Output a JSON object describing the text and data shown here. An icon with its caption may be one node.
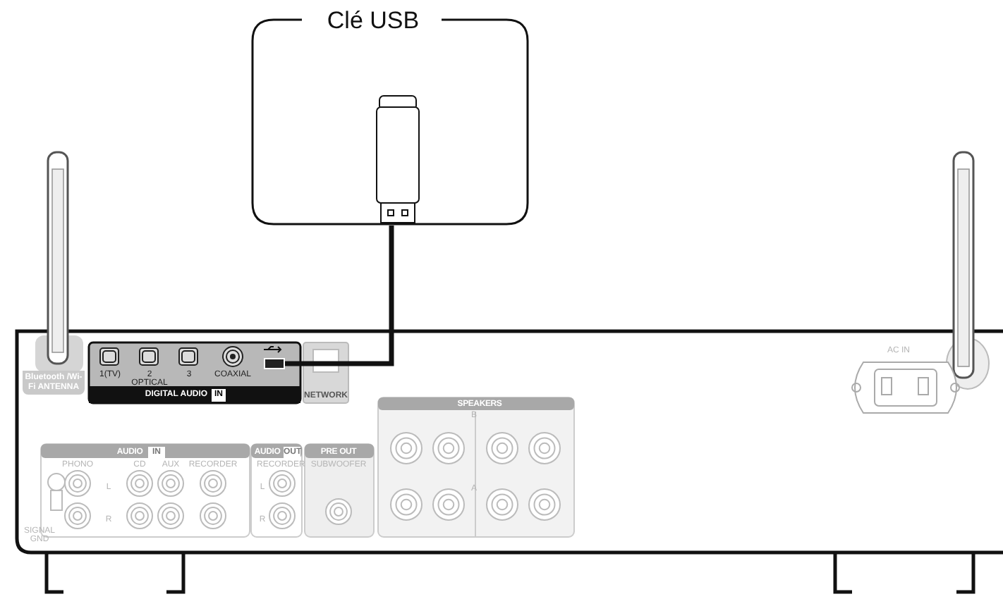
{
  "diagram": {
    "nodes": [
      {
        "text": [
          "Clé USB"
        ]
      },
      {
        "text": [],
        "shape": "box"
      }
    ],
    "edges": [
      {
        "from": 0,
        "to": 1,
        "arrow": "none"
      }
    ],
    "labels": [
      "Bluetooth /Wi-Fi ANTENNA",
      "1(TV)",
      "2 OPTICAL",
      "3",
      "COAXIAL",
      "DIGITAL AUDIO",
      "IN",
      "NETWORK",
      "AC IN",
      "SPEAKERS",
      "AUDIO",
      "IN",
      "AUDIO",
      "OUT",
      "PRE OUT",
      "PHONO",
      "CD",
      "AUX",
      "RECORDER",
      "RECORDER",
      "SUBWOOFER",
      "L",
      "R",
      "L",
      "R",
      "A",
      "B",
      "SIGNAL GND"
    ]
  }
}
